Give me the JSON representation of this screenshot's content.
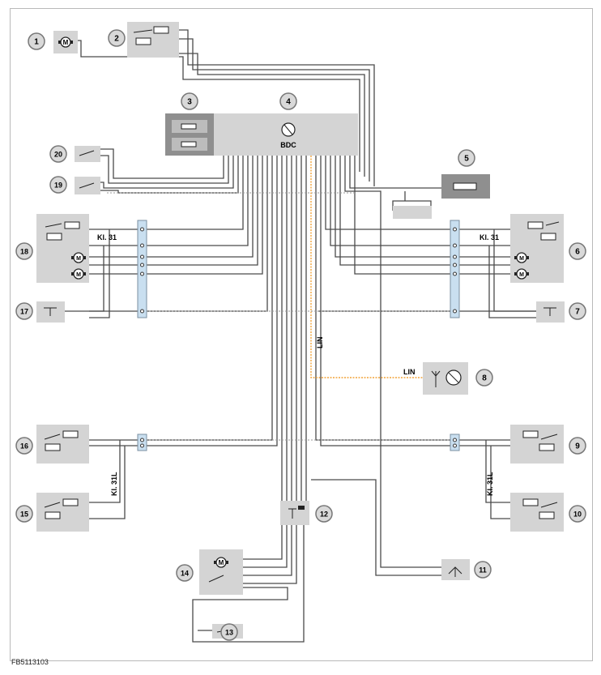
{
  "figure_code": "FB5113103",
  "labels": {
    "bdc": "BDC",
    "kl31_left": "Kl. 31",
    "kl31_right": "Kl. 31",
    "kl31l_left": "Kl. 31L",
    "kl31l_right": "Kl. 31L",
    "lin_vertical": "LIN",
    "lin_horizontal": "LIN",
    "motor": "M"
  },
  "callouts": [
    "1",
    "2",
    "3",
    "4",
    "5",
    "6",
    "7",
    "8",
    "9",
    "10",
    "11",
    "12",
    "13",
    "14",
    "15",
    "16",
    "17",
    "18",
    "19",
    "20"
  ],
  "colors": {
    "box": "#d4d4d4",
    "box_dark": "#8f8f8f",
    "wire": "#4a4a4a",
    "lin_wire": "#f2a43a",
    "connector": "#c9dff0"
  }
}
